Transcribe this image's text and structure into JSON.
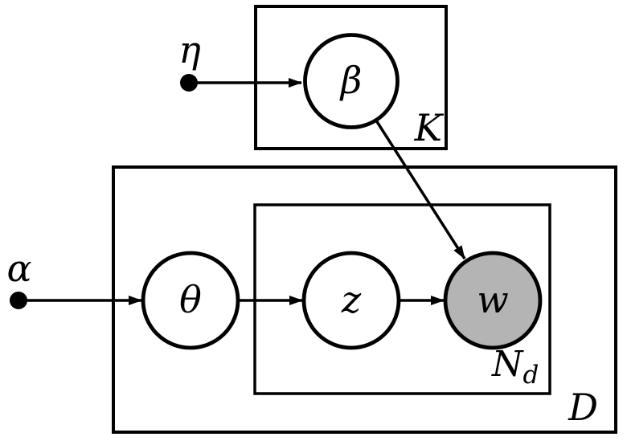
{
  "diagram": {
    "kind": "plate-notation-graphical-model",
    "background": "#ffffff",
    "stroke_color": "#000000",
    "observed_fill": "#b4b4b4",
    "latent_fill": "#ffffff",
    "nodes": {
      "eta": {
        "label": "η",
        "type": "hyperparameter-dot"
      },
      "alpha": {
        "label": "α",
        "type": "hyperparameter-dot"
      },
      "beta": {
        "label": "β",
        "type": "latent"
      },
      "theta": {
        "label": "θ",
        "type": "latent"
      },
      "z": {
        "label": "z",
        "type": "latent"
      },
      "w": {
        "label": "w",
        "type": "observed"
      }
    },
    "plates": {
      "K": {
        "label": "K"
      },
      "D": {
        "label": "D"
      },
      "Nd": {
        "label_main": "N",
        "label_sub": "d"
      }
    },
    "edges": [
      {
        "from": "eta",
        "to": "beta"
      },
      {
        "from": "alpha",
        "to": "theta"
      },
      {
        "from": "theta",
        "to": "z"
      },
      {
        "from": "z",
        "to": "w"
      },
      {
        "from": "beta",
        "to": "w"
      }
    ]
  }
}
